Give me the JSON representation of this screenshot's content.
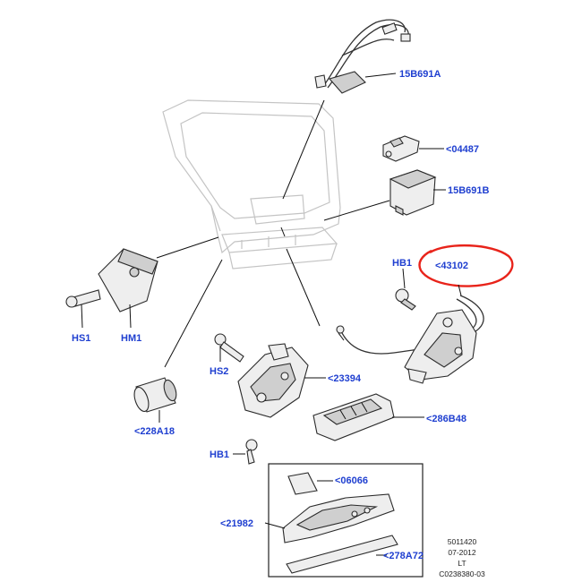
{
  "diagram": {
    "labels": {
      "p15B691A": "15B691A",
      "p04487": "<04487",
      "p15B691B": "15B691B",
      "hb1_top": "HB1",
      "p43102": "<43102",
      "hs1": "HS1",
      "hm1": "HM1",
      "hs2": "HS2",
      "p23394": "<23394",
      "p228A18": "<228A18",
      "p286B48": "<286B48",
      "hb1_bottom": "HB1",
      "p06066": "<06066",
      "p21982": "<21982",
      "p278A72": "<278A72"
    },
    "meta": {
      "ref_number": "5011420",
      "date": "07-2012",
      "code": "LT",
      "drawing_id": "C0238380-03"
    },
    "colors": {
      "label": "#1f3fd0",
      "highlight": "#e8231a",
      "line": "#111111"
    }
  }
}
